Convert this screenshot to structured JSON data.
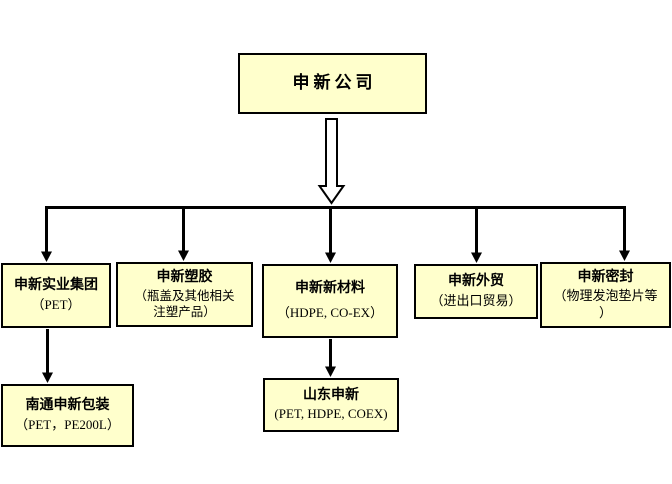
{
  "org": {
    "root": {
      "title": "申新公司"
    },
    "children": [
      {
        "title": "申新实业集团",
        "subtitle": "（PET）"
      },
      {
        "title": "申新塑胶",
        "subtitle": "（瓶盖及其他相关\n注塑产品）"
      },
      {
        "title": "申新新材料",
        "subtitle": "（HDPE, CO-EX）"
      },
      {
        "title": "申新外贸",
        "subtitle": "（进出口贸易）"
      },
      {
        "title": "申新密封",
        "subtitle": "（物理发泡垫片等\n）"
      }
    ],
    "grandchildren": [
      {
        "title": "南通申新包装",
        "subtitle": "（PET，PE200L）",
        "parent": "申新实业集团"
      },
      {
        "title": "山东申新",
        "subtitle": "(PET, HDPE, COEX)",
        "parent": "申新新材料"
      }
    ],
    "colors": {
      "box_fill": "#FFFFCC",
      "box_border": "#000000",
      "connector": "#000000",
      "background": "#FFFFFF"
    }
  }
}
